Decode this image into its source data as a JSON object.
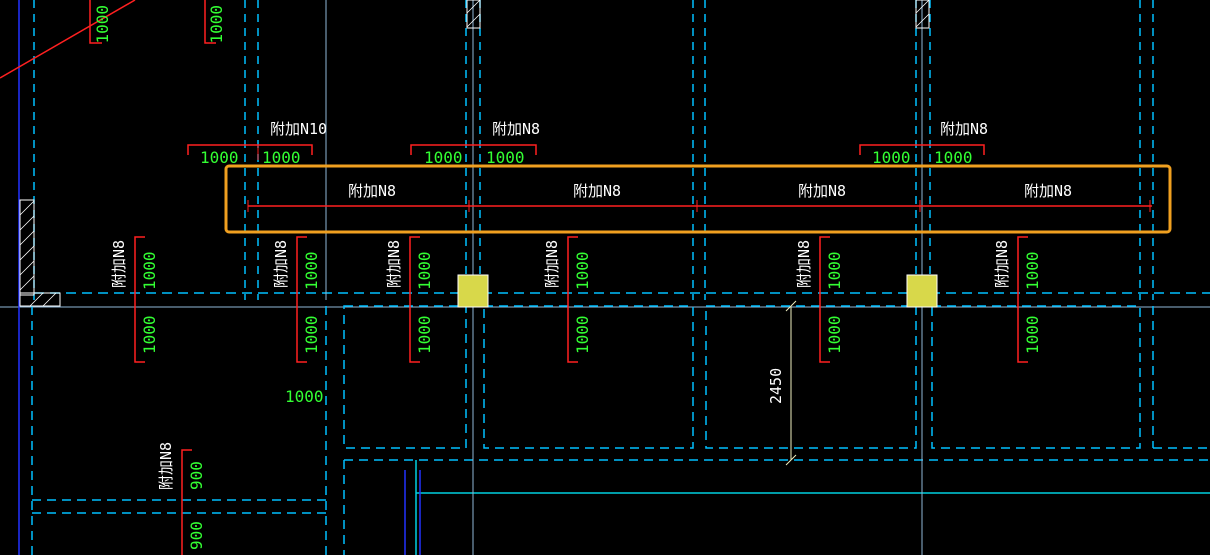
{
  "colors": {
    "background": "#000000",
    "wall_dashed": "#00bfff",
    "solid_blue": "#2233ff",
    "rebar": "#ff2020",
    "dimension_text": "#33ff33",
    "label_text": "#ffffff",
    "column_fill": "#d8d84a",
    "selection": "#f0a020"
  },
  "labels": {
    "top_callouts": [
      {
        "text": "附加N10",
        "dims": [
          "1000",
          "1000"
        ]
      },
      {
        "text": "附加N8",
        "dims": [
          "1000",
          "1000"
        ]
      },
      {
        "text": "附加N8",
        "dims": [
          "1000",
          "1000"
        ]
      }
    ],
    "highlighted_run": [
      "附加N8",
      "附加N8",
      "附加N8",
      "附加N8"
    ],
    "vertical_callouts": [
      {
        "text": "附加N8",
        "dims": [
          "1000",
          "1000"
        ]
      },
      {
        "text": "附加N8",
        "dims": [
          "1000",
          "1000"
        ]
      },
      {
        "text": "附加N8",
        "dims": [
          "1000",
          "1000"
        ]
      },
      {
        "text": "附加N8",
        "dims": [
          "1000",
          "1000"
        ]
      },
      {
        "text": "附加N8",
        "dims": [
          "1000",
          "1000"
        ]
      },
      {
        "text": "附加N8",
        "dims": [
          "1000",
          "1000"
        ]
      }
    ],
    "top_edge_dims": [
      "1000",
      "1000"
    ],
    "lower_left_callout": {
      "text": "附加N8",
      "dims": [
        "900",
        "900"
      ]
    },
    "loose_dim": "1000",
    "dimension_2450": "2450"
  }
}
